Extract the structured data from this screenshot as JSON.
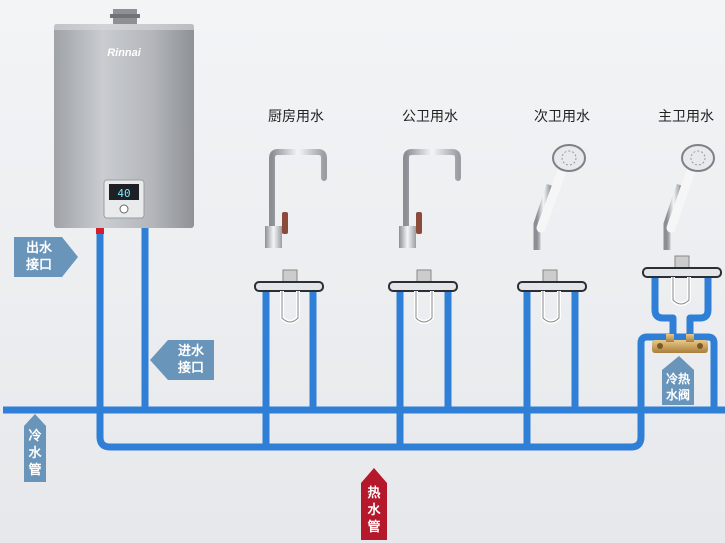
{
  "heater": {
    "brand": "Rinnai",
    "display_value": "40"
  },
  "fixtures": [
    {
      "label": "厨房用水"
    },
    {
      "label": "公卫用水"
    },
    {
      "label": "次卫用水"
    },
    {
      "label": "主卫用水"
    }
  ],
  "tags": {
    "outlet": [
      "出水",
      "接口"
    ],
    "inlet": [
      "进水",
      "接口"
    ],
    "cold_pipe": [
      "冷",
      "水",
      "管"
    ],
    "hot_pipe": [
      "热",
      "水",
      "管"
    ],
    "mix_valve": [
      "冷热",
      "水阀"
    ]
  },
  "colors": {
    "pipe_blue": "#2f7fd6",
    "pipe_blue_dark": "#1d62b4",
    "tag_blue": "#6a95bb",
    "tag_red": "#b5172b",
    "heater_body": "#b9bcc0"
  }
}
